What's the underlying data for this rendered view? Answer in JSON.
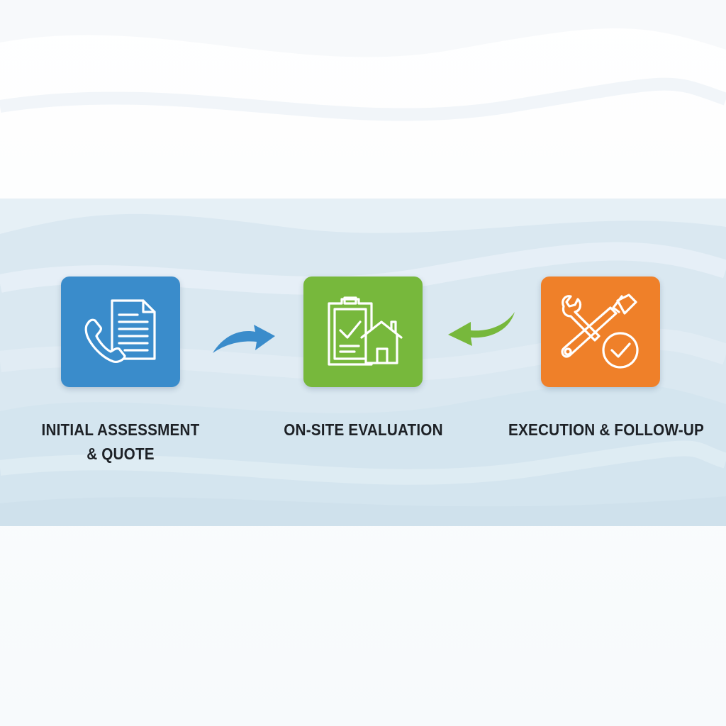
{
  "steps": [
    {
      "title_line1": "INITIAL ASSESSMENT",
      "title_line2": "& QUOTE",
      "icon": "phone-document-icon",
      "color": "#3a8ccb"
    },
    {
      "title_line1": "ON-SITE EVALUATION",
      "title_line2": "",
      "icon": "clipboard-house-icon",
      "color": "#77b83c"
    },
    {
      "title_line1": "EXECUTION & FOLLOW-UP",
      "title_line2": "",
      "icon": "wrench-pliers-check-icon",
      "color": "#ef8029"
    }
  ],
  "arrows": [
    {
      "icon": "curved-arrow-right-icon",
      "color": "#3a8ccb"
    },
    {
      "icon": "curved-arrow-left-icon",
      "color": "#77b83c"
    }
  ],
  "colors": {
    "band": "#dbe9f2",
    "text": "#1d2126"
  }
}
